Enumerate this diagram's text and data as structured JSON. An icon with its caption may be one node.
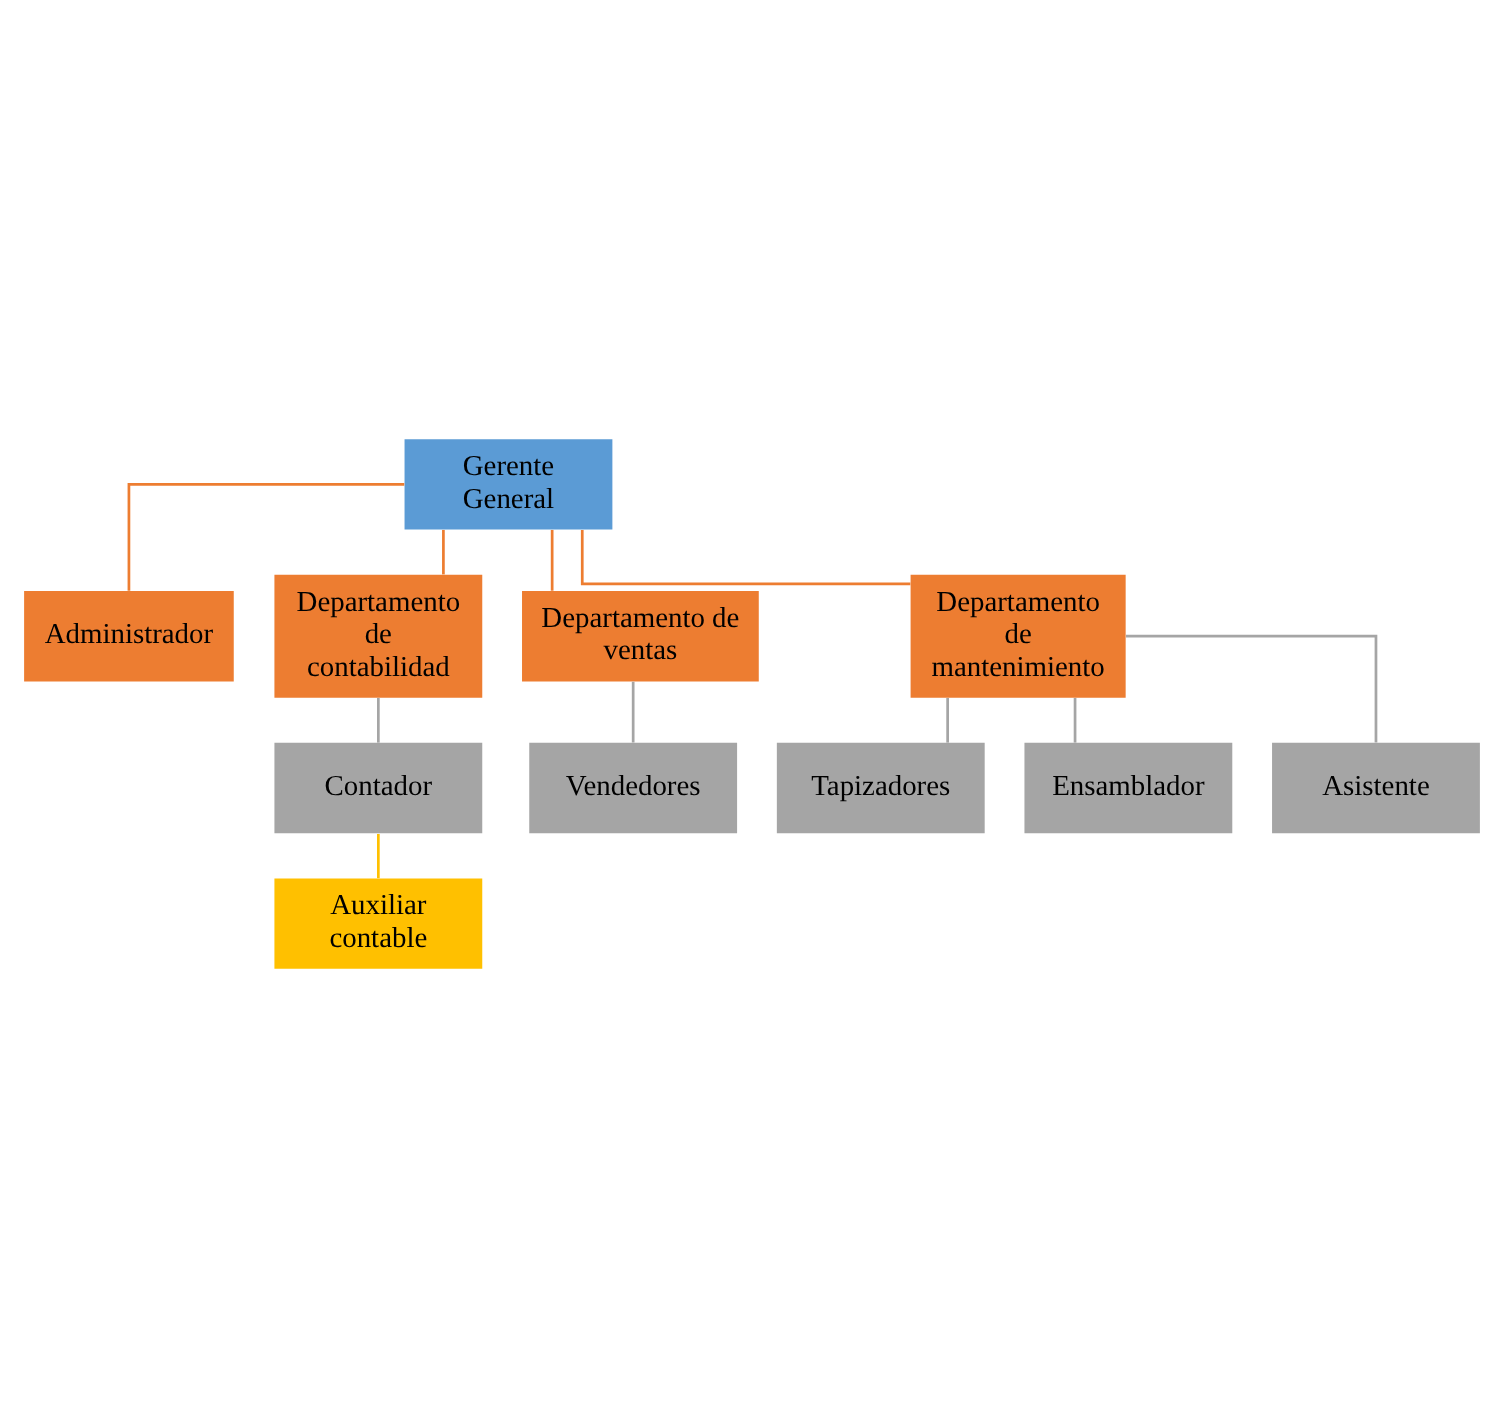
{
  "diagram": {
    "nodes": [
      {
        "text": [
          "Gerente General"
        ]
      },
      {
        "text": [
          "Administrador"
        ]
      },
      {
        "text": [
          "Departamento de contabilidad"
        ]
      },
      {
        "text": [
          "Departamento de ventas"
        ]
      },
      {
        "text": [
          "Departamento de mantenimiento"
        ]
      },
      {
        "text": [
          "Contador"
        ]
      },
      {
        "text": [
          "Auxiliar contable"
        ]
      },
      {
        "text": [
          "Vendedores"
        ]
      },
      {
        "text": [
          "Tapizadores"
        ]
      },
      {
        "text": [
          "Ensamblador"
        ]
      },
      {
        "text": [
          "Asistente"
        ]
      }
    ],
    "edges": [
      {
        "from": 0,
        "to": 1,
        "arrow": "none",
        "color": "#ed7d31"
      },
      {
        "from": 0,
        "to": 2,
        "arrow": "none",
        "color": "#ed7d31"
      },
      {
        "from": 0,
        "to": 3,
        "arrow": "none",
        "color": "#ed7d31"
      },
      {
        "from": 0,
        "to": 4,
        "arrow": "none",
        "color": "#ed7d31"
      },
      {
        "from": 2,
        "to": 5,
        "arrow": "none"
      },
      {
        "from": 5,
        "to": 6,
        "arrow": "none",
        "color": "#ffc000"
      },
      {
        "from": 3,
        "to": 7,
        "arrow": "none"
      },
      {
        "from": 4,
        "to": 8,
        "arrow": "none"
      },
      {
        "from": 4,
        "to": 9,
        "arrow": "none"
      },
      {
        "from": 4,
        "to": 10,
        "arrow": "none"
      }
    ]
  }
}
